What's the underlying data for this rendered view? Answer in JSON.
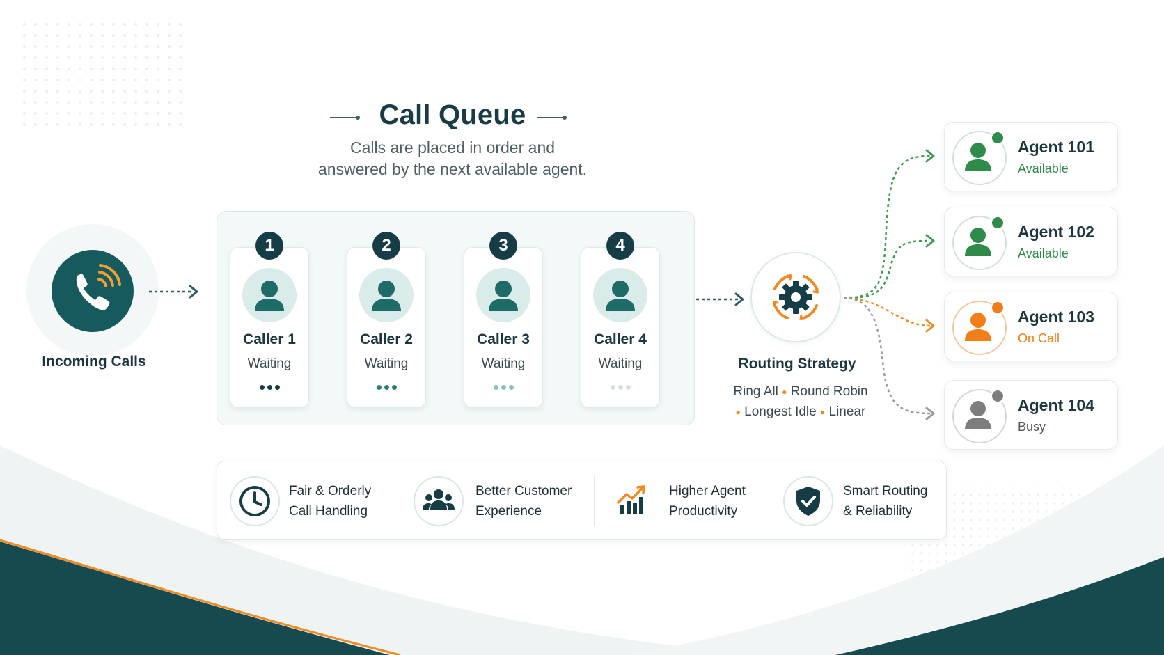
{
  "header": {
    "title": "Call Queue",
    "subtitle_line1": "Calls are placed in order and",
    "subtitle_line2": "answered by the next available agent."
  },
  "incoming": {
    "label": "Incoming Calls",
    "icon": "phone-ringing-icon"
  },
  "queue": {
    "callers": [
      {
        "number": "1",
        "name": "Caller 1",
        "status": "Waiting"
      },
      {
        "number": "2",
        "name": "Caller 2",
        "status": "Waiting"
      },
      {
        "number": "3",
        "name": "Caller 3",
        "status": "Waiting"
      },
      {
        "number": "4",
        "name": "Caller 4",
        "status": "Waiting"
      }
    ]
  },
  "routing": {
    "title": "Routing Strategy",
    "strategies": [
      "Ring All",
      "Round Robin",
      "Longest Idle",
      "Linear"
    ],
    "icon": "gear-cycle-icon"
  },
  "agents": [
    {
      "name": "Agent 101",
      "status": "Available",
      "color": "#2e8b4a"
    },
    {
      "name": "Agent 102",
      "status": "Available",
      "color": "#2e8b4a"
    },
    {
      "name": "Agent 103",
      "status": "On Call",
      "color": "#f07f1a"
    },
    {
      "name": "Agent 104",
      "status": "Busy",
      "color": "#7d7d7d"
    }
  ],
  "benefits": [
    {
      "line1": "Fair & Orderly",
      "line2": "Call Handling",
      "icon": "clock-icon"
    },
    {
      "line1": "Better Customer",
      "line2": "Experience",
      "icon": "people-group-icon"
    },
    {
      "line1": "Higher Agent",
      "line2": "Productivity",
      "icon": "growth-chart-icon"
    },
    {
      "line1": "Smart Routing",
      "line2": "& Reliability",
      "icon": "shield-check-icon"
    }
  ],
  "colors": {
    "primary": "#175a5e",
    "dark": "#163d46",
    "accent_orange": "#f08a23",
    "available_green": "#2e8b4a",
    "busy_gray": "#7d7d7d"
  }
}
